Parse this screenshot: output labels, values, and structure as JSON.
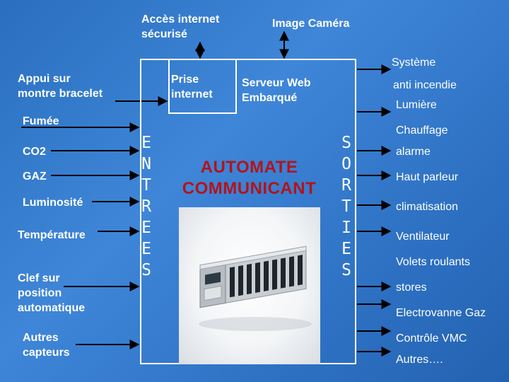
{
  "top": {
    "internet_access": [
      "Accès internet",
      "sécurisé"
    ],
    "camera": "Image Caméra"
  },
  "system_title": "Système",
  "box": {
    "prise_internet": [
      "Prise",
      "internet"
    ],
    "serveur_web": [
      "Serveur Web",
      "Embarqué"
    ],
    "automate": [
      "AUTOMATE",
      "COMMUNICANT"
    ],
    "entrees_letters": [
      "E",
      "N",
      "T",
      "R",
      "E",
      "E",
      "S"
    ],
    "sorties_letters": [
      "S",
      "O",
      "R",
      "T",
      "I",
      "E",
      "S"
    ],
    "photo_icon": "plc-controller-photo"
  },
  "inputs": {
    "appui": [
      "Appui sur",
      "montre bracelet"
    ],
    "fumee": "Fumée",
    "co2": "CO2",
    "gaz": "GAZ",
    "luminosite": "Luminosité",
    "temperature": "Température",
    "clef": [
      "Clef sur",
      "position",
      "automatique"
    ],
    "autres": [
      "Autres",
      "capteurs"
    ]
  },
  "outputs": [
    "anti incendie",
    "Lumière",
    "Chauffage",
    "alarme",
    "Haut parleur",
    "climatisation",
    "Ventilateur",
    "Volets roulants",
    "stores",
    "Electrovanne Gaz",
    "Contrôle VMC",
    "Autres…."
  ],
  "colors": {
    "background": "#2f78cc",
    "lines": "#000000",
    "automate_text": "#b3141a"
  }
}
